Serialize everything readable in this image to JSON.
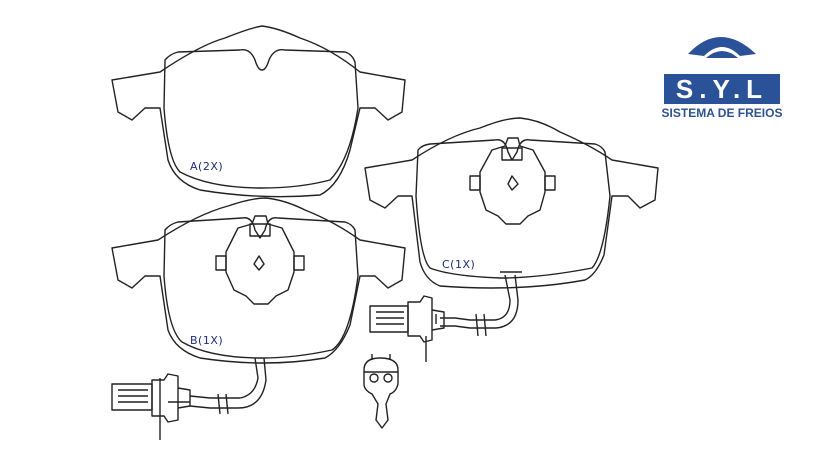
{
  "logo": {
    "brand": "S.Y.L",
    "tagline": "SISTEMA DE FREIOS",
    "color": "#2a5298"
  },
  "pads": [
    {
      "id": "A",
      "label": "A(2X)"
    },
    {
      "id": "B",
      "label": "B(1X)"
    },
    {
      "id": "C",
      "label": "C(1X)"
    }
  ]
}
